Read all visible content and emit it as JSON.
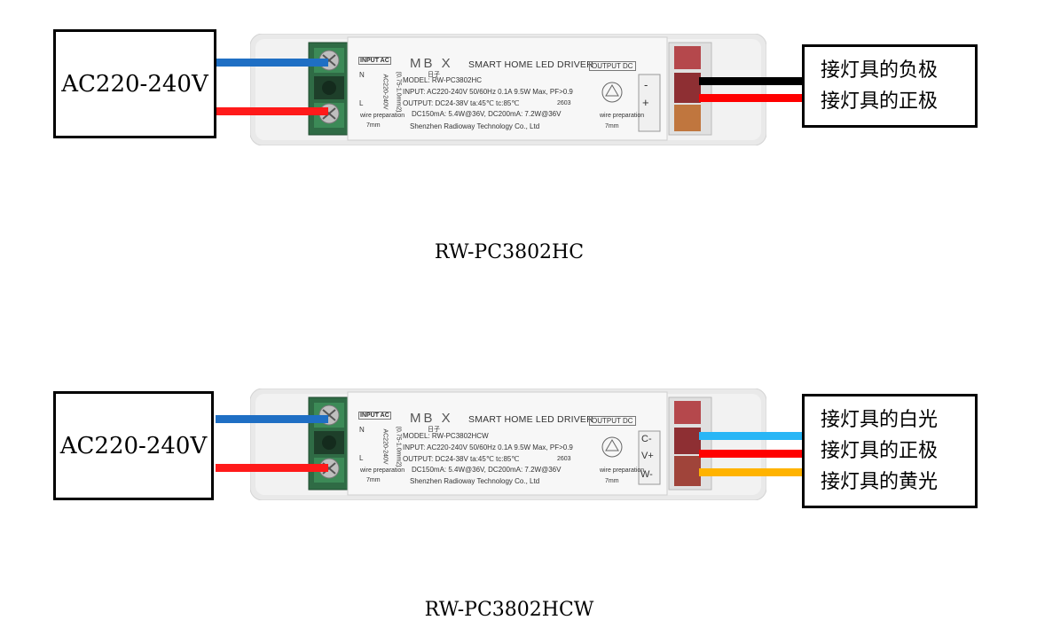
{
  "diagrams": [
    {
      "id": "hc",
      "input_label": "AC220-240V",
      "outputs": [
        "接灯具的负极",
        "接灯具的正极"
      ],
      "output_wire_colors": [
        "#000000",
        "#ff0000"
      ],
      "input_wire_colors": [
        "#1f6fc4",
        "#ff1a1a"
      ],
      "caption": "RW-PC3802HC",
      "driver": {
        "brand": "MB X",
        "brand_sub": "日子",
        "title": "SMART HOME LED DRIVER",
        "model": "MODEL: RW-PC3802HC",
        "input": "INPUT: AC220-240V 50/60Hz  0.1A  9.5W Max,  PF>0.9",
        "output": "OUTPUT: DC24-38V   ta:45℃  tc:85℃",
        "code": "2603",
        "spec": "DC150mA: 5.4W@36V,   DC200mA: 7.2W@36V",
        "company": "Shenzhen Radioway Technology Co., Ltd",
        "input_ac": "INPUT AC",
        "n": "N",
        "l": "L",
        "wire_gauge": "(0.75-1.0mm2)",
        "ac_range": "AC220-240V",
        "wire_prep": "wire preparation",
        "prep_len": "7mm",
        "output_dc": "OUTPUT DC",
        "terminals": [
          "-",
          "+"
        ]
      }
    },
    {
      "id": "hcw",
      "input_label": "AC220-240V",
      "outputs": [
        "接灯具的白光",
        "接灯具的正极",
        "接灯具的黄光"
      ],
      "output_wire_colors": [
        "#29b6f6",
        "#ff0000",
        "#ffb300"
      ],
      "input_wire_colors": [
        "#1f6fc4",
        "#ff1a1a"
      ],
      "caption": "RW-PC3802HCW",
      "driver": {
        "brand": "MB X",
        "brand_sub": "日子",
        "title": "SMART HOME LED DRIVER",
        "model": "MODEL: RW-PC3802HCW",
        "input": "INPUT: AC220-240V 50/60Hz  0.1A  9.5W Max,  PF>0.9",
        "output": "OUTPUT: DC24-38V   ta:45℃  tc:85℃",
        "code": "2603",
        "spec": "DC150mA: 5.4W@36V,   DC200mA: 7.2W@36V",
        "company": "Shenzhen Radioway Technology Co., Ltd",
        "input_ac": "INPUT AC",
        "n": "N",
        "l": "L",
        "wire_gauge": "(0.75-1.0mm2)",
        "ac_range": "AC220-240V",
        "wire_prep": "wire preparation",
        "prep_len": "7mm",
        "output_dc": "OUTPUT DC",
        "terminals": [
          "C-",
          "V+",
          "W-"
        ]
      }
    }
  ]
}
